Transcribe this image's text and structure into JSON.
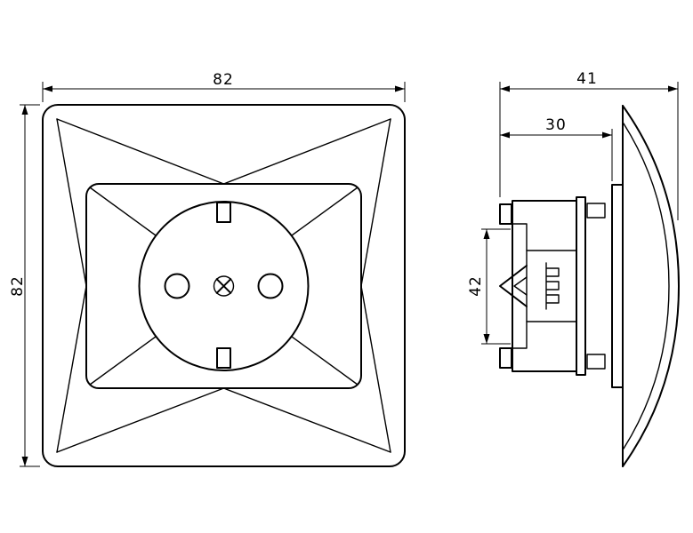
{
  "drawing": {
    "background": "#ffffff",
    "line_color": "#000000",
    "dimensions": {
      "front_width": "82",
      "front_height": "82",
      "side_total_depth": "41",
      "side_mechanism_depth": "30",
      "side_mechanism_height": "42"
    }
  }
}
